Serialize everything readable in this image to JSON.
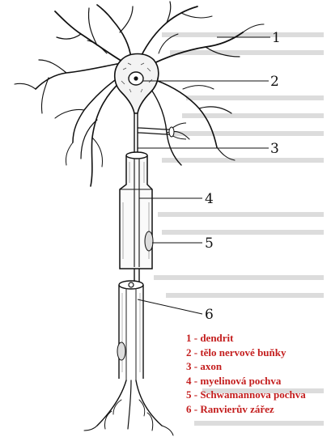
{
  "colors": {
    "legend_text": "#c41e1e",
    "ink": "#111111",
    "paper": "#ffffff"
  },
  "callouts": [
    {
      "number": "1"
    },
    {
      "number": "2"
    },
    {
      "number": "3"
    },
    {
      "number": "4"
    },
    {
      "number": "5"
    },
    {
      "number": "6"
    }
  ],
  "legend": [
    {
      "text": "1 - dendrit"
    },
    {
      "text": "2 - tělo nervové buňky"
    },
    {
      "text": "3 - axon"
    },
    {
      "text": "4 - myelinová pochva"
    },
    {
      "text": "5 - Schwamannova pochva"
    },
    {
      "text": "6 - Ranvierův zářez"
    }
  ]
}
